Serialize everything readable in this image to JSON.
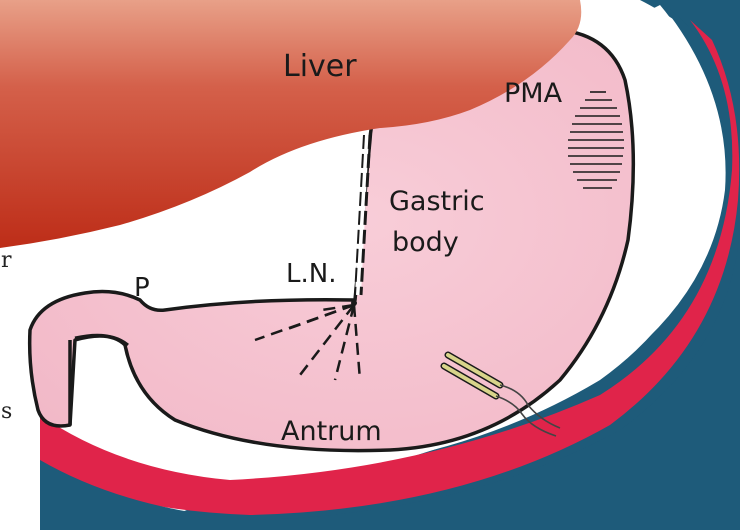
{
  "labels": {
    "liver": "Liver",
    "pma": "PMA",
    "gastric_line1": "Gastric",
    "gastric_line2": "body",
    "lymph_node": "L.N.",
    "pylorus": "P",
    "antrum": "Antrum"
  },
  "edge_fragments": {
    "left_top": "r",
    "left_bottom": "s"
  },
  "colors": {
    "background": "#ffffff",
    "frame_blue": "#1e5b7a",
    "frame_red": "#e0244a",
    "liver_dark": "#c0321c",
    "liver_light": "#e39076",
    "stomach": "#f6c6d2",
    "outline": "#1a1a1a",
    "electrode": "#d8d48a"
  }
}
